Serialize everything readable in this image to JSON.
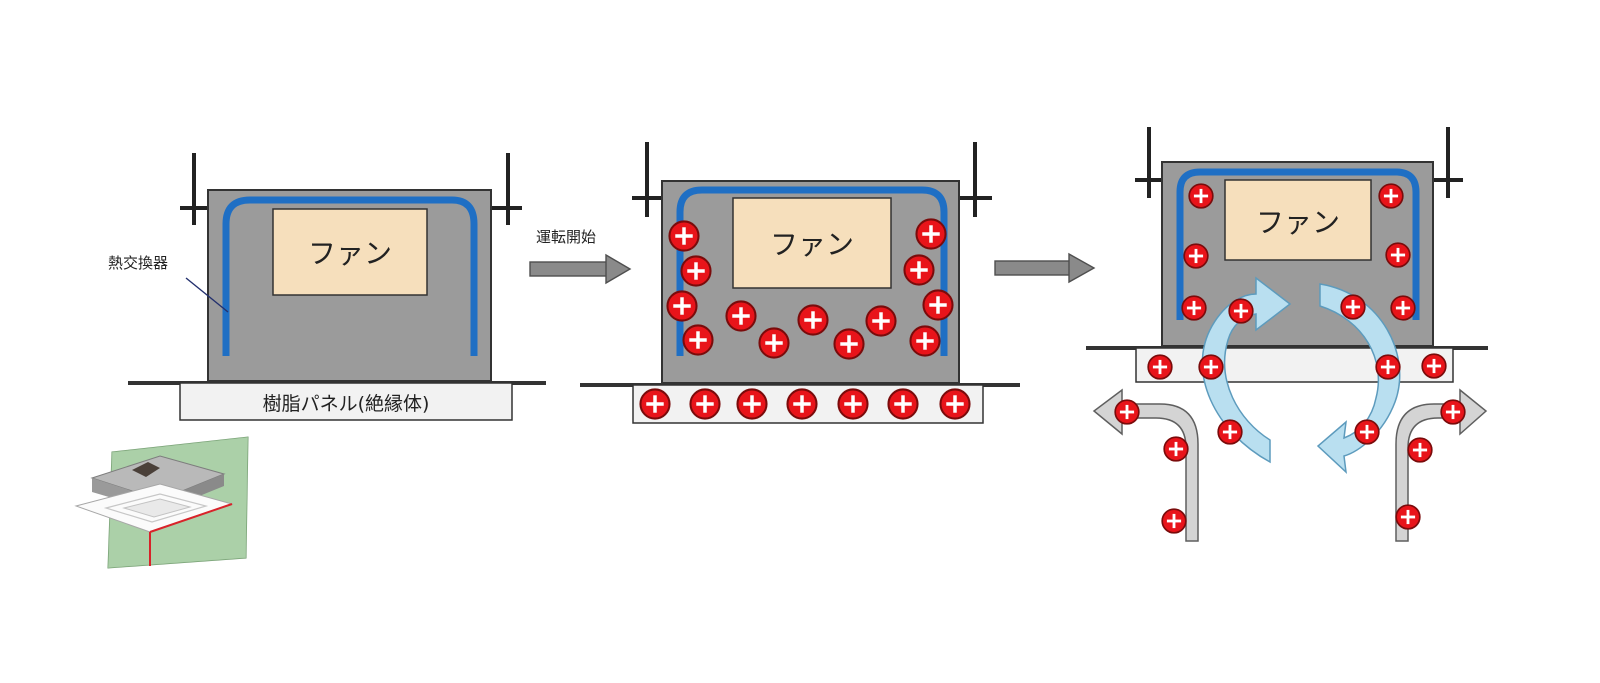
{
  "diagram": {
    "fan_label": "ファン",
    "heat_exchanger_label": "熱交換器",
    "panel_label": "樹脂パネル(絶縁体)",
    "start_label": "運転開始",
    "colors": {
      "unit_body": "#9b9b9b",
      "heat_exchanger": "#1f6fc4",
      "fan_box": "#f6dfbc",
      "panel": "#f2f2f2",
      "charge": "#e8141a",
      "process_arrow": "#8a8a8a",
      "swirl_arrow": "#b9dff0",
      "exhaust_arrow": "#d4d4d4"
    }
  }
}
